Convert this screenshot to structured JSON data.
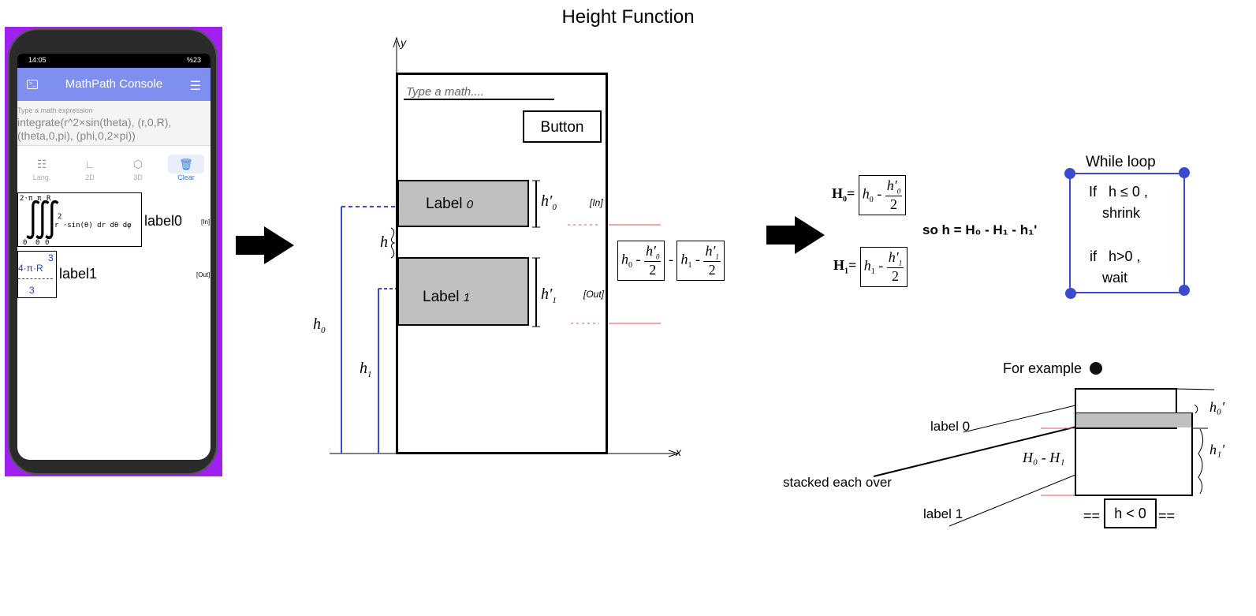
{
  "title": "Height Function",
  "phone": {
    "time": "14:05",
    "status_right": "%23",
    "app_title": "MathPath Console",
    "input_placeholder": "Type a math expression",
    "input_value": "integrate(r^2×sin(theta), (r,0,R), (theta,0,pi), (phi,0,2×pi))",
    "tools": [
      {
        "label": "Lang.",
        "icon": "language-icon"
      },
      {
        "label": "2D",
        "icon": "chart-2d-icon"
      },
      {
        "label": "3D",
        "icon": "cube-icon"
      },
      {
        "label": "Clear",
        "icon": "trash-icon"
      }
    ],
    "output0": {
      "limits_top": [
        "2·π",
        "π",
        "R"
      ],
      "limits_bottom": [
        "0",
        "0",
        "0"
      ],
      "exp": "2",
      "expr": "r ·sin(θ) dr dθ dφ"
    },
    "output1": {
      "num": "4·π·R",
      "exp": "3",
      "den": "3"
    },
    "label0": "label0",
    "label1": "label1",
    "in_tag": "[In]",
    "out_tag": "[Out]"
  },
  "diagram": {
    "y_axis": "y",
    "x_axis": "x",
    "input_placeholder": "Type a math....",
    "button": "Button",
    "label0": "Label",
    "label0_idx": "0",
    "label1": "Label",
    "label1_idx": "1",
    "h": "h",
    "h0": "h",
    "h1": "h",
    "sub0": "0",
    "sub1": "1",
    "h0_prime": "h′",
    "h1_prime": "h′",
    "in_tag": "[In]",
    "out_tag": "[Out]",
    "minus": "-",
    "two": "2"
  },
  "equations": {
    "H0": "H",
    "H1": "H",
    "eq": "=",
    "so_h": "so h = H₀ - H₁ - h₁'"
  },
  "while_loop": {
    "title": "While loop",
    "line1": "If   h ≤ 0 ,",
    "line2": "shrink",
    "line3": "if   h>0 ,",
    "line4": "wait"
  },
  "example": {
    "title": "For example",
    "label0": "label 0",
    "label1": "label 1",
    "stacked": "stacked each over",
    "h0_minus_h1": "H₀ - H₁",
    "h0_prime": "h₀'",
    "h1_prime": "h₁'",
    "cond": "h < 0",
    "eqeq": "=="
  },
  "colors": {
    "purple": "#a020f0",
    "appbar": "#7e8ff0",
    "blue": "#3a4bd0",
    "red": "#e05050"
  }
}
